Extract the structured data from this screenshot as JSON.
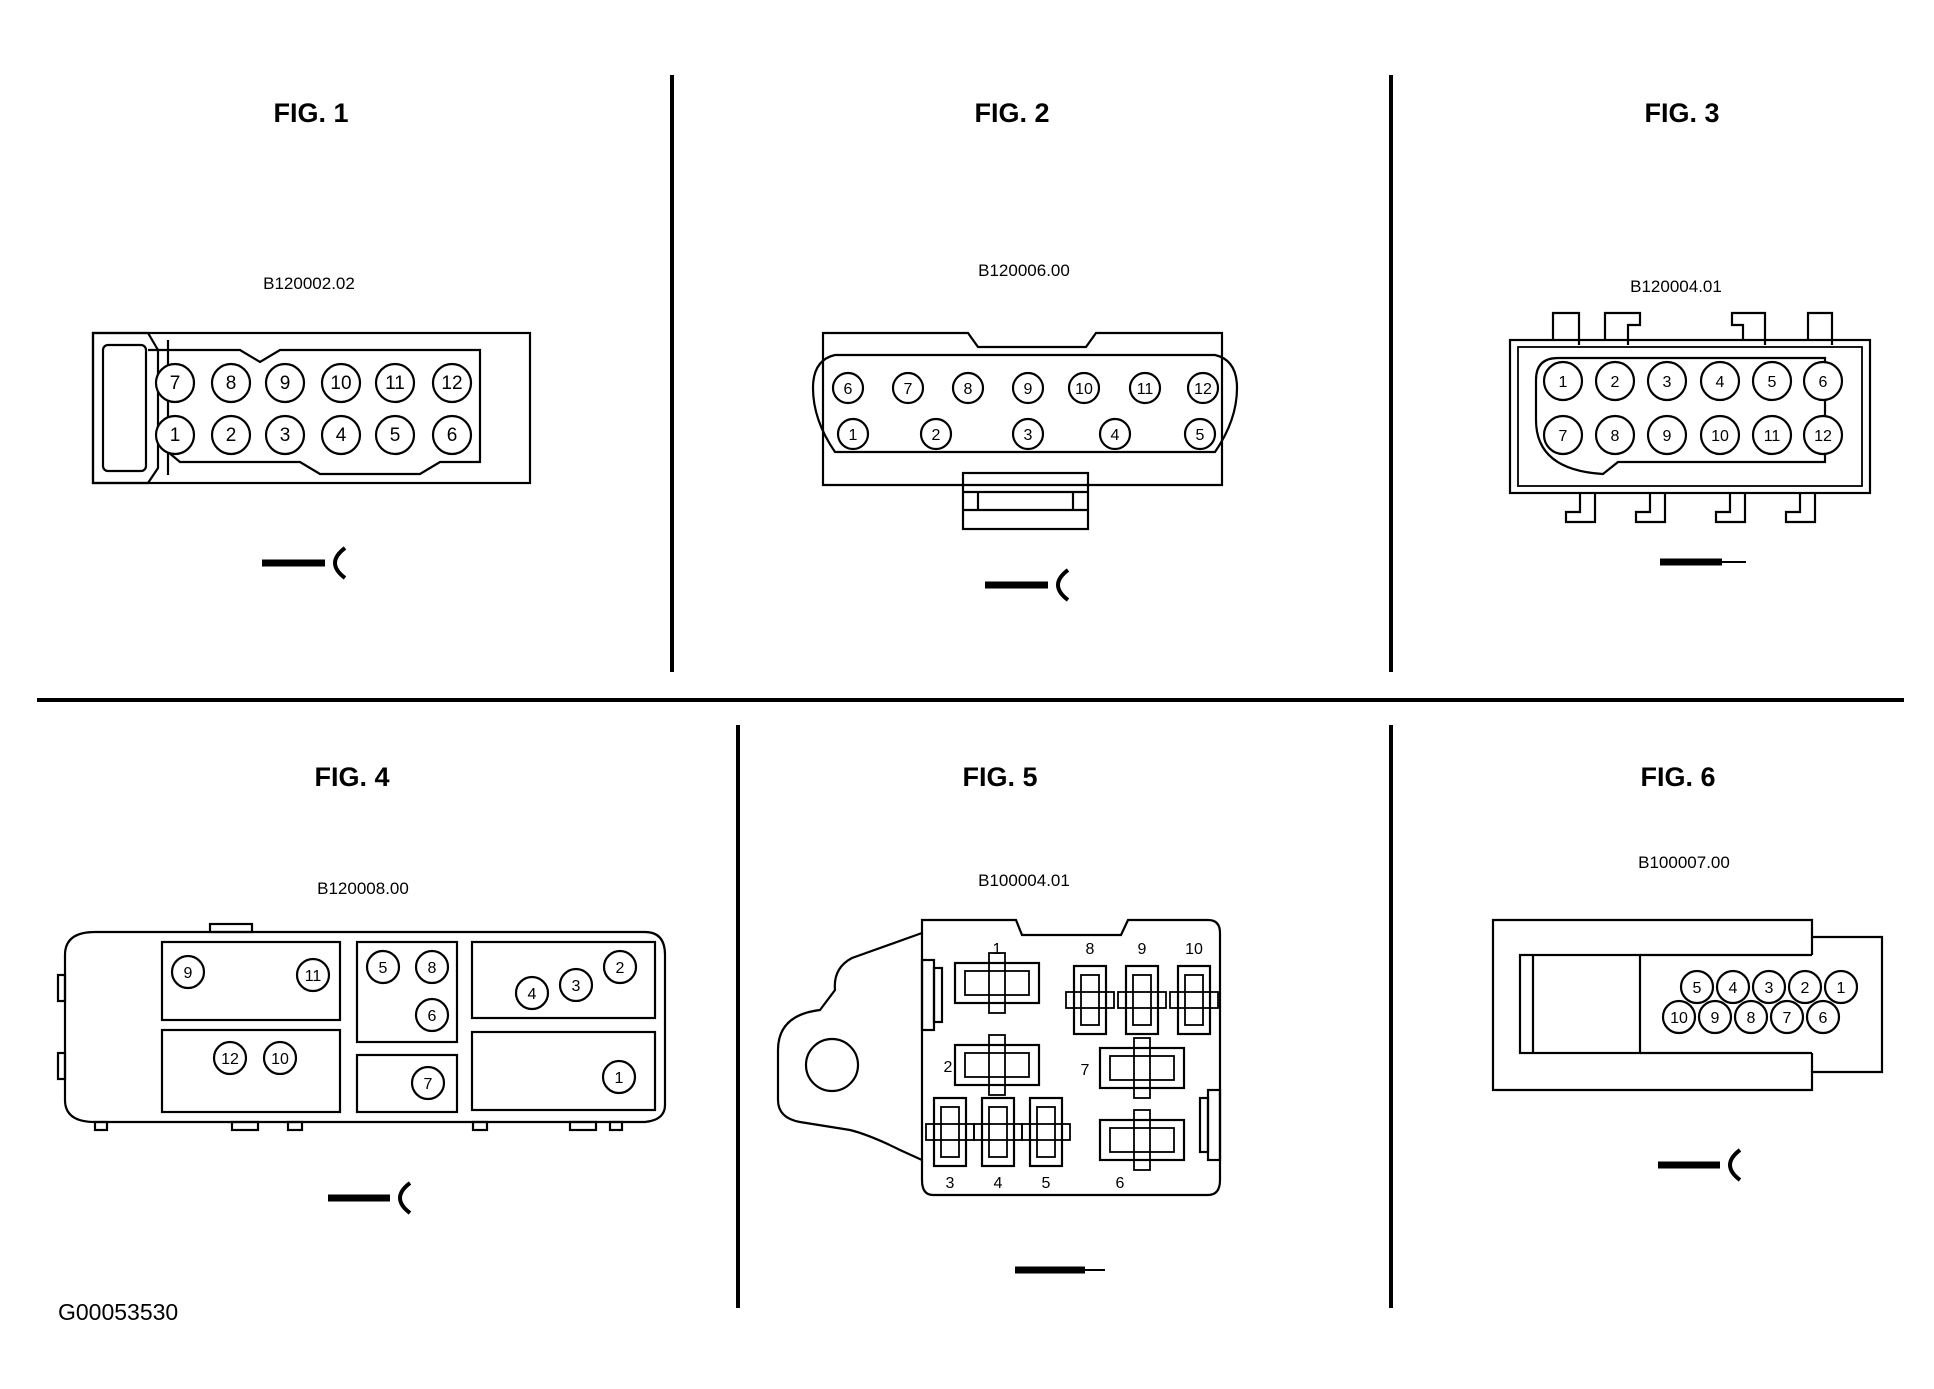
{
  "figures": [
    {
      "title": "FIG. 1",
      "part_number": "B120002.02",
      "pins_top": [
        "7",
        "8",
        "9",
        "10",
        "11",
        "12"
      ],
      "pins_bottom": [
        "1",
        "2",
        "3",
        "4",
        "5",
        "6"
      ]
    },
    {
      "title": "FIG. 2",
      "part_number": "B120006.00",
      "pins_top": [
        "6",
        "7",
        "8",
        "9",
        "10",
        "11",
        "12"
      ],
      "pins_bottom": [
        "1",
        "2",
        "3",
        "4",
        "5"
      ]
    },
    {
      "title": "FIG. 3",
      "part_number": "B120004.01",
      "pins_top": [
        "1",
        "2",
        "3",
        "4",
        "5",
        "6"
      ],
      "pins_bottom": [
        "7",
        "8",
        "9",
        "10",
        "11",
        "12"
      ]
    },
    {
      "title": "FIG. 4",
      "part_number": "B120008.00",
      "pins": [
        "9",
        "11",
        "5",
        "8",
        "6",
        "4",
        "3",
        "2",
        "12",
        "10",
        "7",
        "1"
      ]
    },
    {
      "title": "FIG. 5",
      "part_number": "B100004.01",
      "cavities": [
        "1",
        "8",
        "9",
        "10",
        "2",
        "7",
        "3",
        "4",
        "5",
        "6"
      ]
    },
    {
      "title": "FIG. 6",
      "part_number": "B100007.00",
      "pins_top": [
        "5",
        "4",
        "3",
        "2",
        "1"
      ],
      "pins_bottom": [
        "10",
        "9",
        "8",
        "7",
        "6"
      ]
    }
  ],
  "footer_code": "G00053530"
}
